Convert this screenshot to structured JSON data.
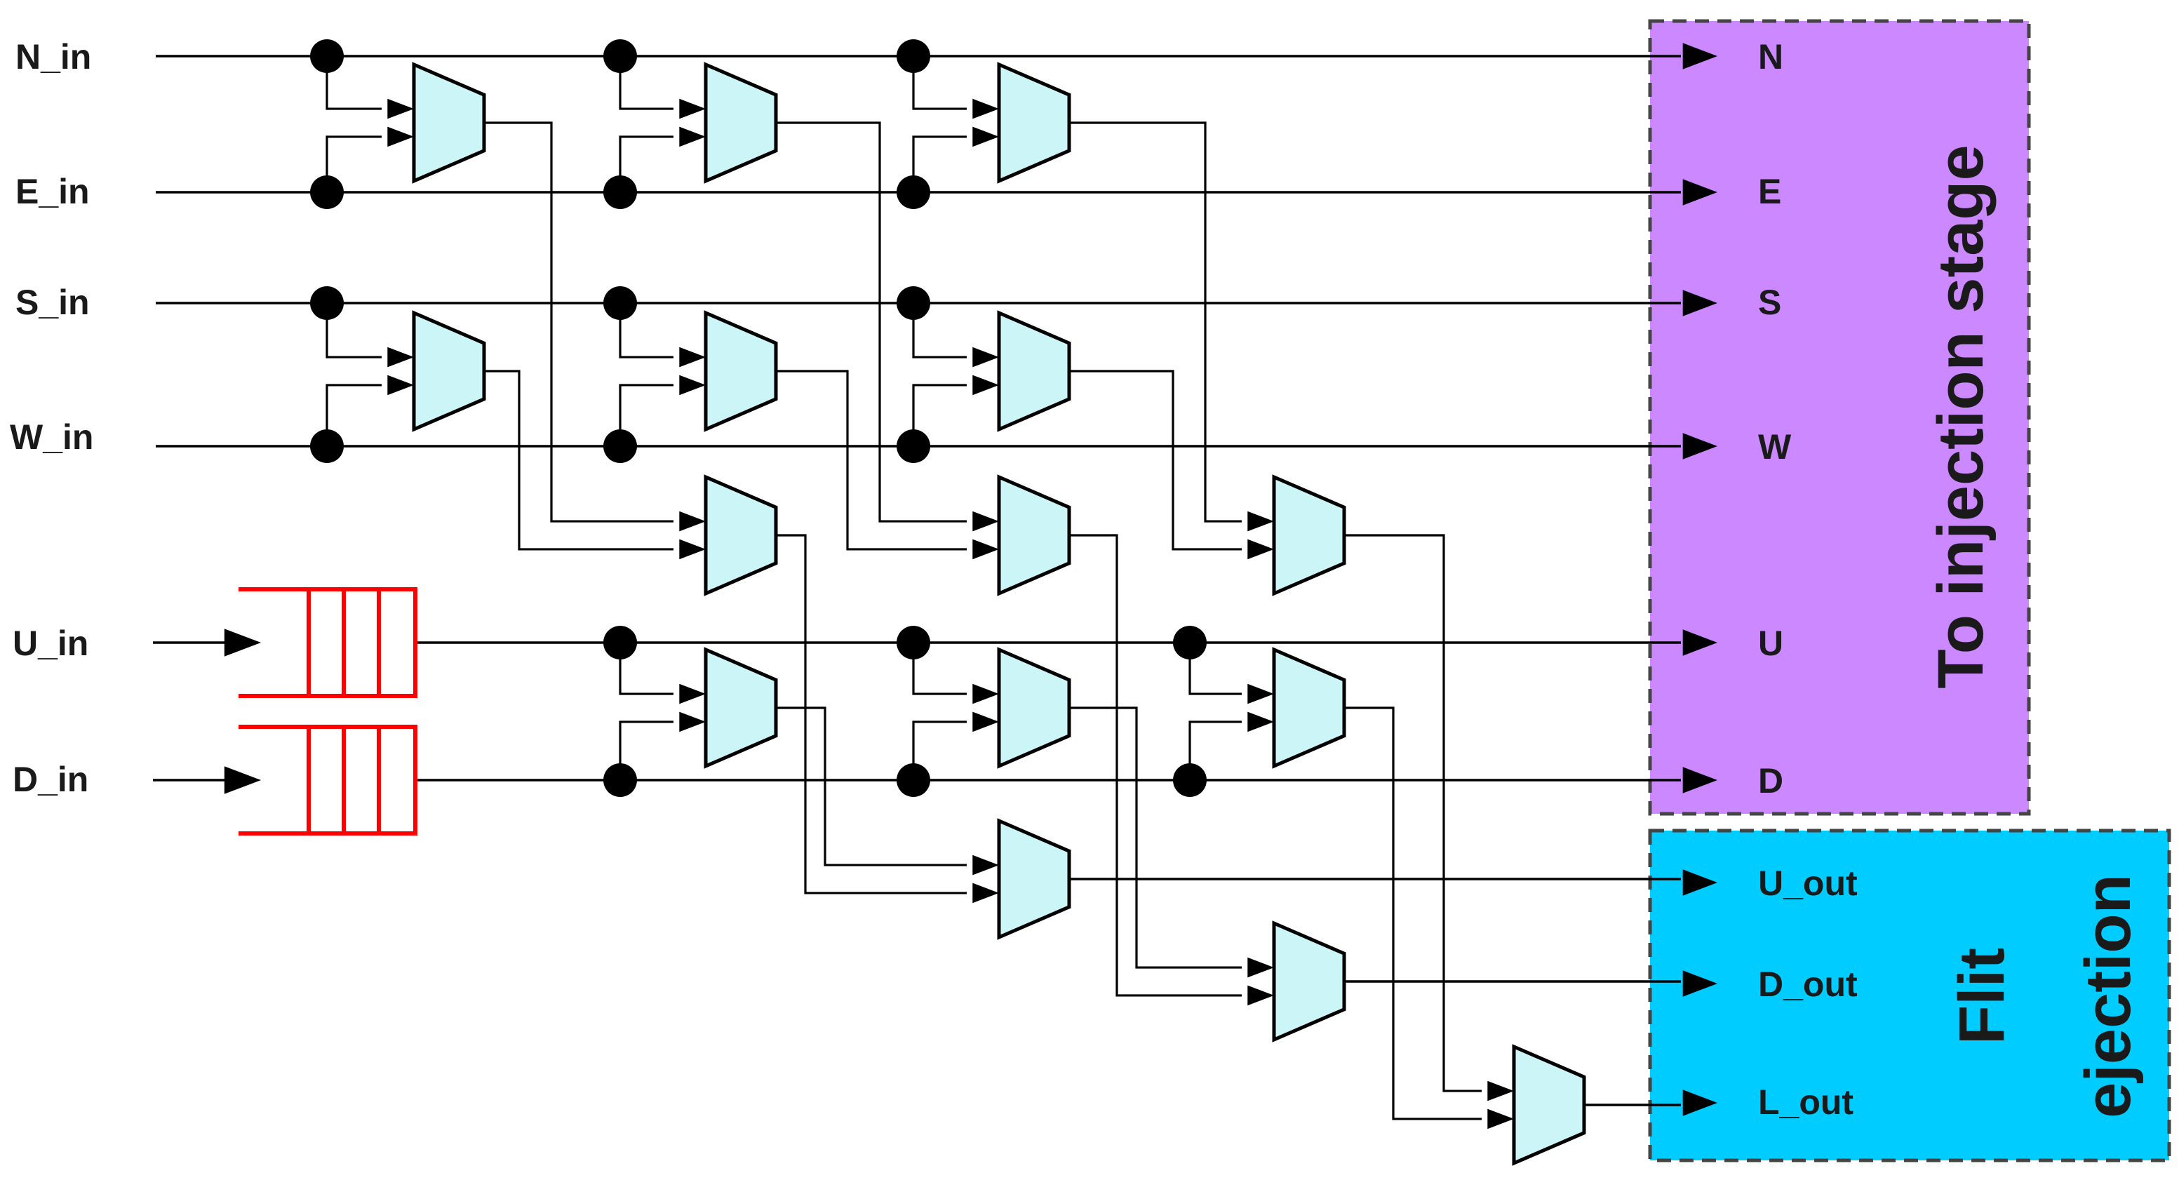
{
  "inputs": [
    {
      "label": "N_in"
    },
    {
      "label": "E_in"
    },
    {
      "label": "S_in"
    },
    {
      "label": "W_in"
    },
    {
      "label": "U_in"
    },
    {
      "label": "D_in"
    }
  ],
  "injection_outputs": [
    "N",
    "E",
    "S",
    "W",
    "U",
    "D"
  ],
  "ejection_outputs": [
    "U_out",
    "D_out",
    "L_out"
  ],
  "injection_box": {
    "title": "To injection stage",
    "color": "#cc88ff"
  },
  "ejection_box": {
    "title_line1": "Flit",
    "title_line2": "ejection",
    "color": "#00ccff"
  },
  "colors": {
    "mux_fill": "#ccf5f8",
    "buffer": "#ff0000",
    "wire": "#000000"
  }
}
